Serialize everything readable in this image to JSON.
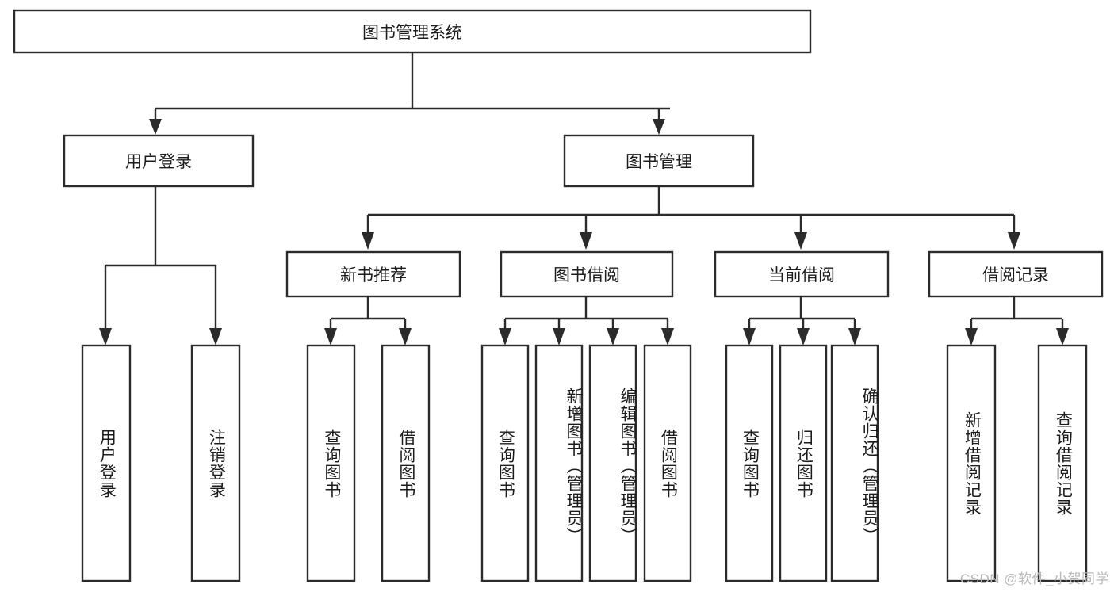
{
  "diagram": {
    "title_node": {
      "label": "图书管理系统"
    },
    "level2": [
      {
        "id": "user-login",
        "label": "用户登录"
      },
      {
        "id": "book-management",
        "label": "图书管理"
      }
    ],
    "level3": [
      {
        "id": "new-book-recommend",
        "label": "新书推荐"
      },
      {
        "id": "book-borrow",
        "label": "图书借阅"
      },
      {
        "id": "current-borrow",
        "label": "当前借阅"
      },
      {
        "id": "borrow-record",
        "label": "借阅记录"
      }
    ],
    "leaves": {
      "user-login": [
        {
          "id": "leaf-user-login",
          "label": "用户登录"
        },
        {
          "id": "leaf-logout-login",
          "label": "注销登录"
        }
      ],
      "new-book-recommend": [
        {
          "id": "leaf-query-book-1",
          "label": "查询图书"
        },
        {
          "id": "leaf-borrow-book-1",
          "label": "借阅图书"
        }
      ],
      "book-borrow": [
        {
          "id": "leaf-query-book-2",
          "label": "查询图书"
        },
        {
          "id": "leaf-add-book",
          "label": "新增图书（管理员）"
        },
        {
          "id": "leaf-edit-book",
          "label": "编辑图书（管理员）"
        },
        {
          "id": "leaf-borrow-book-2",
          "label": "借阅图书"
        }
      ],
      "current-borrow": [
        {
          "id": "leaf-query-book-3",
          "label": "查询图书"
        },
        {
          "id": "leaf-return-book",
          "label": "归还图书"
        },
        {
          "id": "leaf-confirm-return",
          "label": "确认归还（管理员）"
        }
      ],
      "borrow-record": [
        {
          "id": "leaf-add-record",
          "label": "新增借阅记录"
        },
        {
          "id": "leaf-query-record",
          "label": "查询借阅记录"
        }
      ]
    }
  },
  "watermark": {
    "text": "CSDN @软件_小贺同学"
  },
  "colors": {
    "background": "#ffffff",
    "node_fill": "#ffffff",
    "stroke": "#2b2b2b",
    "text": "#1c1c1c",
    "watermark": "#b8b8b8"
  }
}
